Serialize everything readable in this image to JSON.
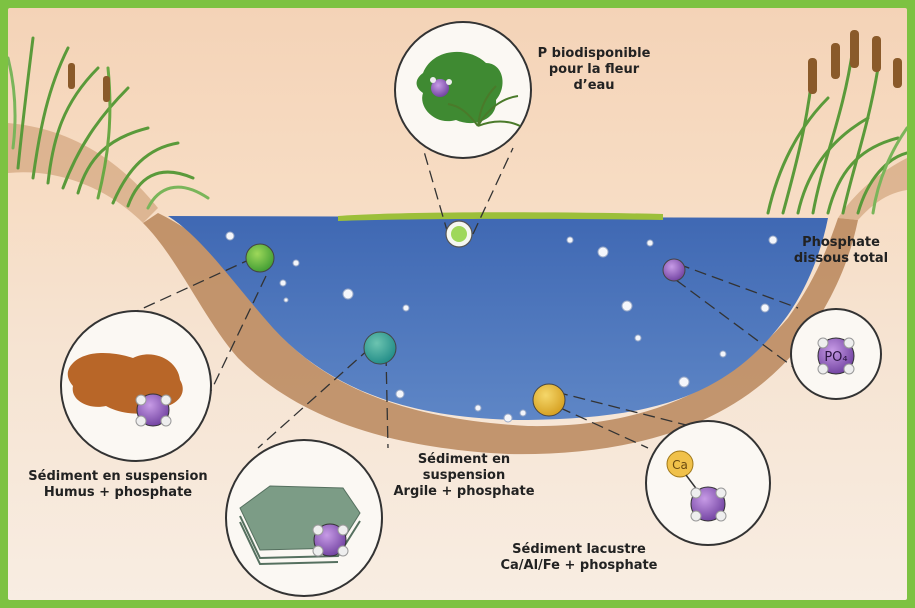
{
  "colors": {
    "border": "#7dc242",
    "water": "#4a72b8",
    "sediment": "#a86a3b",
    "humus": "#b86628",
    "clay": "#7c9c86",
    "bloom": "#4aa33b",
    "phosphate": "#8a5bb8",
    "calcium": "#e0b43a"
  },
  "labels": {
    "bio_line1": "P biodisponible",
    "bio_line2": "pour la fleur",
    "bio_line3": "d’eau",
    "dissolved_line1": "Phosphate",
    "dissolved_line2": "dissous total",
    "humus_line1": "Sédiment en suspension",
    "humus_line2": "Humus + phosphate",
    "clay_line1": "Sédiment en",
    "clay_line2": "suspension",
    "clay_line3": "Argile + phosphate",
    "lake_line1": "Sédiment lacustre",
    "lake_line2": "Ca/Al/Fe + phosphate"
  },
  "insets": {
    "po4_label": "PO₄",
    "ca_label": "Ca"
  },
  "icons": [
    "cattail-reeds",
    "algae-bloom",
    "phosphate-molecule",
    "humus-particle",
    "clay-particle",
    "calcium-particle",
    "air-bubble"
  ]
}
